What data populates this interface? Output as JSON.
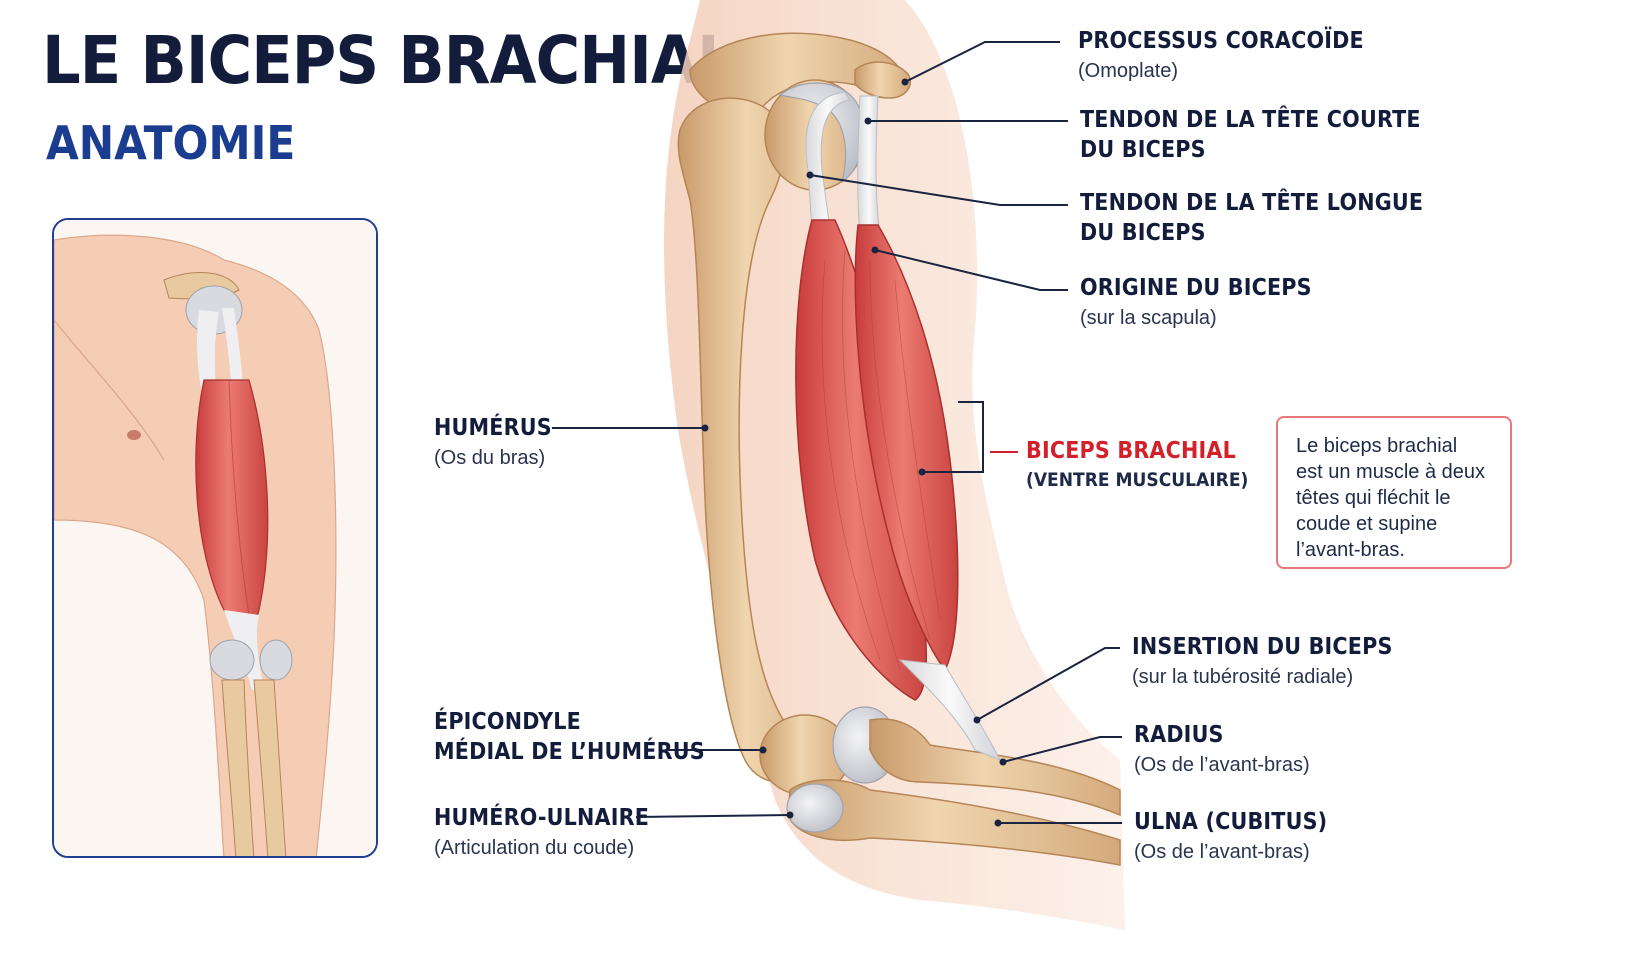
{
  "header": {
    "title": "LE BICEPS BRACHIAL",
    "subtitle": "ANATOMIE"
  },
  "labels": {
    "coracoid": {
      "name": "PROCESSUS CORACOÏDE",
      "sub": "(Omoplate)"
    },
    "short_head": {
      "line1": "TENDON DE LA TÊTE COURTE",
      "line2": "DU BICEPS"
    },
    "long_head": {
      "line1": "TENDON DE LA TÊTE LONGUE",
      "line2": "DU BICEPS"
    },
    "origin": {
      "name": "ORIGINE DU BICEPS",
      "sub": "(sur la scapula)"
    },
    "biceps": {
      "name": "BICEPS BRACHIAL",
      "sub": "(VENTRE MUSCULAIRE)"
    },
    "humerus": {
      "name": "HUMÉRUS",
      "sub": "(Os du bras)"
    },
    "insertion": {
      "name": "INSERTION DU BICEPS",
      "sub": "(sur la tubérosité radiale)"
    },
    "radius": {
      "name": "RADIUS",
      "sub": "(Os de l’avant-bras)"
    },
    "epicondyle": {
      "line1": "ÉPICONDYLE",
      "line2": "MÉDIAL DE L’HUMÉRUS"
    },
    "ulna": {
      "name": "ULNA (CUBITUS)",
      "sub": "(Os de l’avant-bras)"
    },
    "humero_ulnar": {
      "name": "HUMÉRO-ULNAIRE",
      "sub": "(Articulation du coude)"
    }
  },
  "info_box": {
    "line1": "Le biceps brachial",
    "line2": "est un muscle à deux",
    "line3": "têtes qui fléchit le",
    "line4": "coude et supine",
    "line5": "l’avant-bras."
  },
  "colors": {
    "title": "#141c3c",
    "subtitle": "#1b3d8f",
    "accent_red": "#d3202a",
    "inset_border": "#1f3f8f",
    "info_border": "#e6787a",
    "leader_line": "#1a2340",
    "bone": "#e8c9a0",
    "muscle": "#e05a55",
    "tendon": "#eeeef0",
    "skin": "#f6d7c6"
  }
}
